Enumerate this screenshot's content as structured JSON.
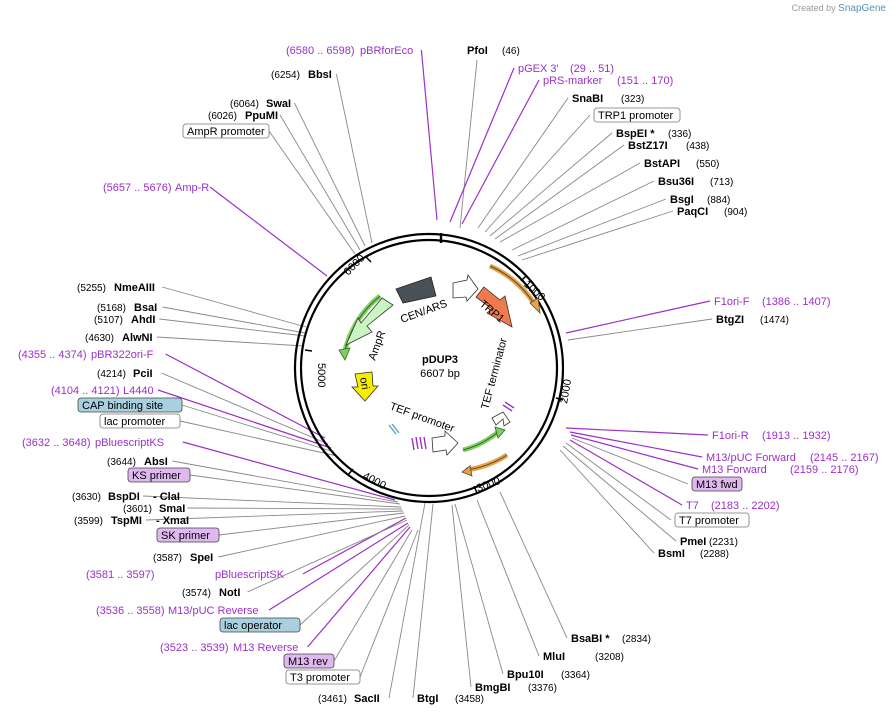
{
  "credit": {
    "prefix": "Created by",
    "brand": "SnapGene"
  },
  "plasmid": {
    "name": "pDUP3",
    "length": "6607 bp"
  },
  "ticks": [
    "1000",
    "2000",
    "3000",
    "4000",
    "5000",
    "6000"
  ],
  "features": [
    {
      "name": "CEN/ARS",
      "color": "#4a5058"
    },
    {
      "name": "TRP1",
      "color": "#f07a4d"
    },
    {
      "name": "TEF terminator",
      "color": "#ffffff"
    },
    {
      "name": "TEF promoter",
      "color": "#ffffff"
    },
    {
      "name": "ori",
      "color": "#f5ee00"
    },
    {
      "name": "AmpR",
      "color": "#c9f5c0"
    }
  ],
  "labels": [
    {
      "name": "PfoI",
      "pos": "(46)"
    },
    {
      "name": "pBRforEco",
      "pos": "(6580 .. 6598)"
    },
    {
      "name": "pGEX 3'",
      "pos": "(29 .. 51)"
    },
    {
      "name": "pRS-marker",
      "pos": "(151 .. 170)"
    },
    {
      "name": "BbsI",
      "pos": "(6254)"
    },
    {
      "name": "SnaBI",
      "pos": "(323)"
    },
    {
      "name": "SwaI",
      "pos": "(6064)"
    },
    {
      "name": "PpuMI",
      "pos": "(6026)"
    },
    {
      "name": "TRP1 promoter"
    },
    {
      "name": "AmpR promoter"
    },
    {
      "name": "BspEI *",
      "pos": "(336)"
    },
    {
      "name": "BstZ17I",
      "pos": "(438)"
    },
    {
      "name": "BstAPI",
      "pos": "(550)"
    },
    {
      "name": "Amp-R",
      "pos": "(5657 .. 5676)"
    },
    {
      "name": "Bsu36I",
      "pos": "(713)"
    },
    {
      "name": "BsgI",
      "pos": "(884)"
    },
    {
      "name": "PaqCI",
      "pos": "(904)"
    },
    {
      "name": "NmeAIII",
      "pos": "(5255)"
    },
    {
      "name": "F1ori-F",
      "pos": "(1386 .. 1407)"
    },
    {
      "name": "BsaI",
      "pos": "(5168)"
    },
    {
      "name": "AhdI",
      "pos": "(5107)"
    },
    {
      "name": "BtgZI",
      "pos": "(1474)"
    },
    {
      "name": "AlwNI",
      "pos": "(4630)"
    },
    {
      "name": "pBR322ori-F",
      "pos": "(4355 .. 4374)"
    },
    {
      "name": "PciI",
      "pos": "(4214)"
    },
    {
      "name": "L4440",
      "pos": "(4104 .. 4121)"
    },
    {
      "name": "CAP binding site"
    },
    {
      "name": "lac promoter"
    },
    {
      "name": "F1ori-R",
      "pos": "(1913 .. 1932)"
    },
    {
      "name": "pBluescriptKS",
      "pos": "(3632 .. 3648)"
    },
    {
      "name": "M13/pUC Forward",
      "pos": "(2145 .. 2167)"
    },
    {
      "name": "AbsI",
      "pos": "(3644)"
    },
    {
      "name": "M13 Forward",
      "pos": "(2159 .. 2176)"
    },
    {
      "name": "KS primer"
    },
    {
      "name": "M13 fwd"
    },
    {
      "name": "BspDI",
      "pos": "(3630)"
    },
    {
      "name": "- ClaI"
    },
    {
      "name": "T7",
      "pos": "(2183 .. 2202)"
    },
    {
      "name": "SmaI",
      "pos": "(3601)"
    },
    {
      "name": "TspMI",
      "pos": "(3599)"
    },
    {
      "name": "- XmaI"
    },
    {
      "name": "T7 promoter"
    },
    {
      "name": "PmeI",
      "pos": "(2231)"
    },
    {
      "name": "SK primer"
    },
    {
      "name": "BsmI",
      "pos": "(2288)"
    },
    {
      "name": "SpeI",
      "pos": "(3587)"
    },
    {
      "name": "pBluescriptSK",
      "pos": "(3581 .. 3597)"
    },
    {
      "name": "NotI",
      "pos": "(3574)"
    },
    {
      "name": "M13/pUC Reverse",
      "pos": "(3536 .. 3558)"
    },
    {
      "name": "lac operator"
    },
    {
      "name": "BsaBI *",
      "pos": "(2834)"
    },
    {
      "name": "M13 Reverse",
      "pos": "(3523 .. 3539)"
    },
    {
      "name": "MluI",
      "pos": "(3208)"
    },
    {
      "name": "M13 rev"
    },
    {
      "name": "Bpu10I",
      "pos": "(3364)"
    },
    {
      "name": "T3 promoter"
    },
    {
      "name": "BmgBI",
      "pos": "(3376)"
    },
    {
      "name": "SacII",
      "pos": "(3461)"
    },
    {
      "name": "BtgI",
      "pos": "(3458)"
    }
  ]
}
